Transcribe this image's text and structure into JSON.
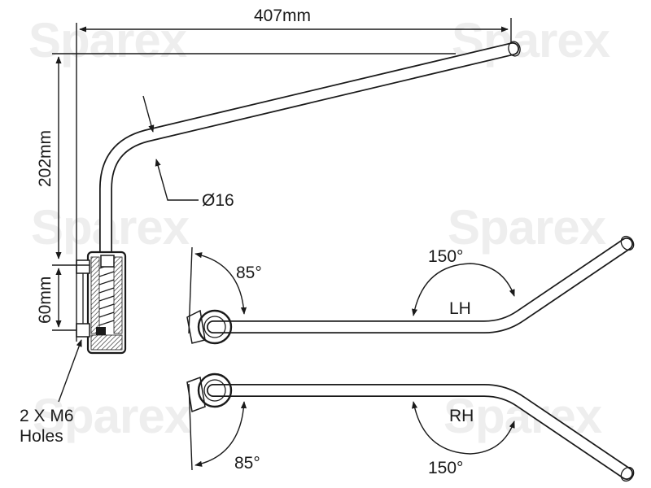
{
  "watermark": "Sparex",
  "dimensions": {
    "width": "407mm",
    "height": "202mm",
    "mount_height": "60mm",
    "diameter": "Ø16"
  },
  "holes_label_line1": "2 X M6",
  "holes_label_line2": "Holes",
  "lh": {
    "side": "LH",
    "mount_angle": "85°",
    "bend_angle": "150°"
  },
  "rh": {
    "side": "RH",
    "mount_angle": "85°",
    "bend_angle": "150°"
  }
}
